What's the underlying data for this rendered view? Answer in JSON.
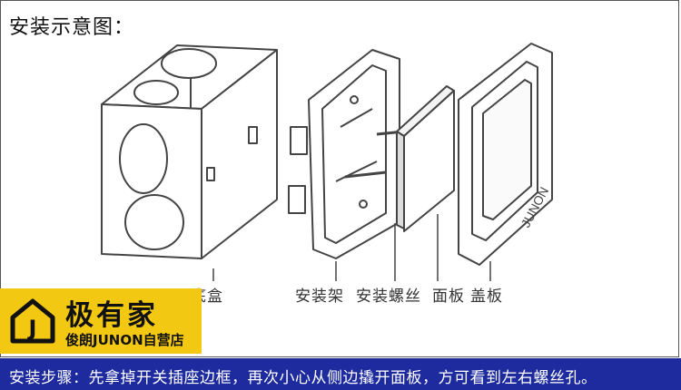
{
  "title": "安装示意图：",
  "parts": {
    "box": "底盒",
    "bracket": "安装架",
    "screw": "安装螺丝",
    "panel": "面板",
    "cover": "盖板"
  },
  "cover_logo": "JUNON",
  "brand": {
    "name": "极有家",
    "sub": "俊朗JUNON自营店"
  },
  "footer": "安装步骤：先拿掉开关插座边框，再次小心从侧边撬开面板，方可看到左右螺丝孔。",
  "colors": {
    "brand_bg": "#f3c812",
    "footer_bg": "#1e2b9f"
  }
}
